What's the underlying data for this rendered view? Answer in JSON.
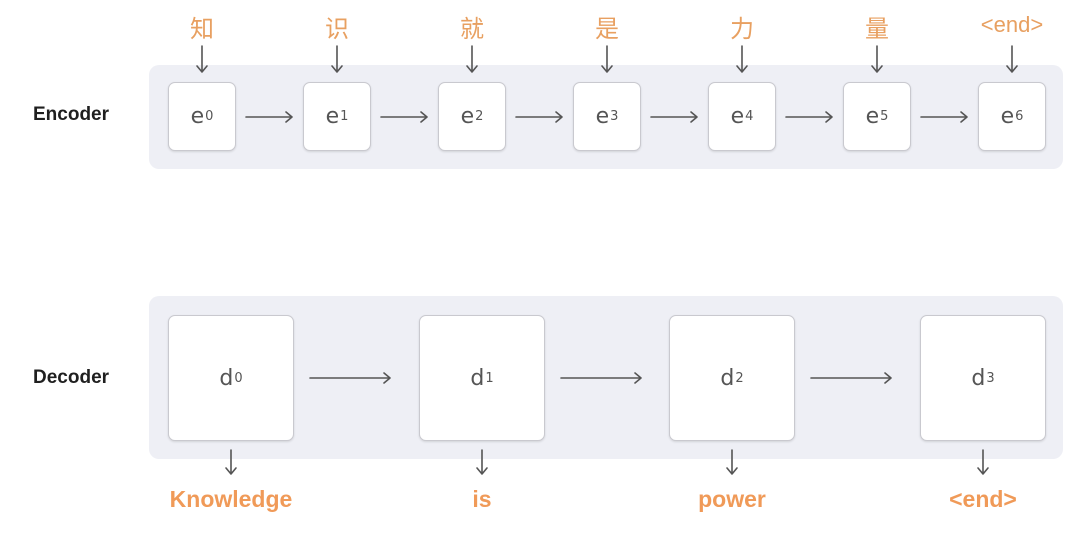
{
  "encoder": {
    "label": "Encoder",
    "input_tokens": [
      "知",
      "识",
      "就",
      "是",
      "力",
      "量",
      "<end>"
    ],
    "nodes": [
      {
        "base": "e",
        "sub": "0"
      },
      {
        "base": "e",
        "sub": "1"
      },
      {
        "base": "e",
        "sub": "2"
      },
      {
        "base": "e",
        "sub": "3"
      },
      {
        "base": "e",
        "sub": "4"
      },
      {
        "base": "e",
        "sub": "5"
      },
      {
        "base": "e",
        "sub": "6"
      }
    ]
  },
  "decoder": {
    "label": "Decoder",
    "nodes": [
      {
        "base": "d",
        "sub": "0"
      },
      {
        "base": "d",
        "sub": "1"
      },
      {
        "base": "d",
        "sub": "2"
      },
      {
        "base": "d",
        "sub": "3"
      }
    ],
    "output_tokens": [
      "Knowledge",
      "is",
      "power",
      "<end>"
    ]
  },
  "colors": {
    "token": "#e8a061",
    "output": "#f09a58",
    "panel": "#eeeff5",
    "arrow": "#555555"
  }
}
